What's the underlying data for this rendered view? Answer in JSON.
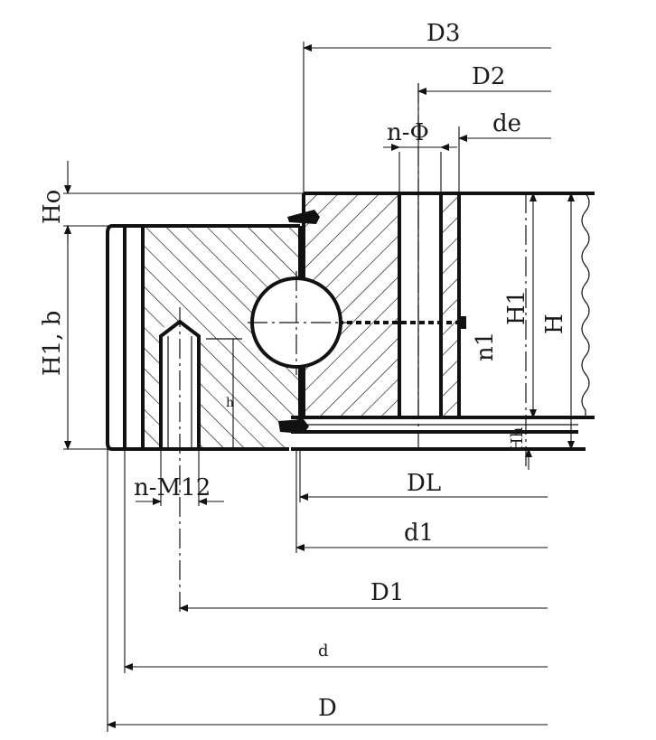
{
  "labels": {
    "D3": "D3",
    "D2": "D2",
    "n_phi": "n-Φ",
    "de": "de",
    "Ho": "Ho",
    "H1b": "H1, b",
    "H1": "H1",
    "H": "H",
    "n1": "n1",
    "h": "h",
    "Hh": "Hh",
    "nM12": "n-M12",
    "DL": "DL",
    "d1": "d1",
    "D1": "D1",
    "d": "d",
    "D": "D"
  },
  "colors": {
    "line": "#111111",
    "background": "#ffffff"
  }
}
